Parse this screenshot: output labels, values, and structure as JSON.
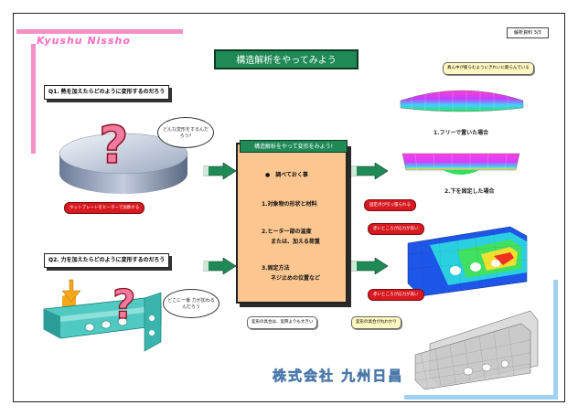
{
  "brand": "Kyushu Nissho",
  "page_no": "解析資料 3/3",
  "title": "構造解析をやってみよう",
  "q1": "Q1. 熱を加えたらどのように変形するのだろう",
  "q1_bubble": "どんな変形をするんだろう?",
  "q1_label": "ホットプレートをヒーターで加熱する",
  "q2": "Q2. 力を加えたらどのように変形するのだろう",
  "q2_bubble": "どこに一番 力が加わるんだろう",
  "panel": {
    "header": "構造解析をやって変形をみよう!",
    "step0": "●　調べておく事",
    "step1": "1.対象物の形状と材料",
    "step2a": "2.ヒーター部の温度",
    "step2b": "または、加える荷重",
    "step3a": "3.固定方法",
    "step3b": "ネジ止めの位置など"
  },
  "result1_note": "真ん中が膨らむようにきれいに膨らんでいる",
  "result1_cap": "1.フリーで置いた場合",
  "result2_cap": "2.下を固定した場合",
  "result2_label": "固定点が引っ張られる",
  "stress_high": "赤いところが応力が高い",
  "stress_high2": "赤いところが応力が高い",
  "deform_note1": "変形の具合は、実際よりも大きい",
  "deform_note2": "変形の具合が丸わかり",
  "company": "株式会社 九州日昌",
  "colors": {
    "green": "#1f8a55",
    "panel": "#fbc690",
    "red": "#d81920",
    "pink": "#f58fc8",
    "blue": "#9fd0f5"
  }
}
